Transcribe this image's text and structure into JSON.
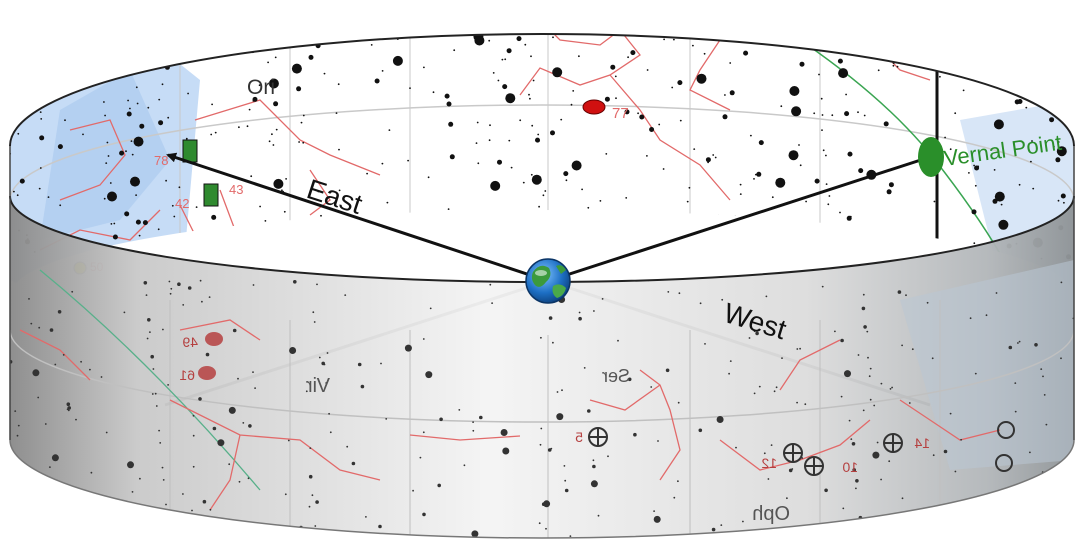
{
  "labels": {
    "east": "East",
    "west": "West",
    "vernal_point": "Vernal Point",
    "ori": "Ori",
    "vir": "Vir",
    "ser": "Ser",
    "oph": "Oph"
  },
  "star_numbers": {
    "n77": "77",
    "n78": "78",
    "n42": "42",
    "n43": "43",
    "n50": "50",
    "n49": "49",
    "n61": "61",
    "n5": "5",
    "n12": "12",
    "n10": "10",
    "n14": "14"
  },
  "colors": {
    "constellation_line": "#e26a6a",
    "ecliptic": "#3aa552",
    "vernal_marker": "#2a8f2a",
    "planet_marker": "#d01010",
    "sun_marker": "#f2e400",
    "milky_way": "#bcd6f5",
    "arrow": "#111111"
  },
  "icons": [
    "earth-icon",
    "vernal-point-marker",
    "planet-marker",
    "moon-marker",
    "sun-marker",
    "planet-symbol-icon"
  ]
}
